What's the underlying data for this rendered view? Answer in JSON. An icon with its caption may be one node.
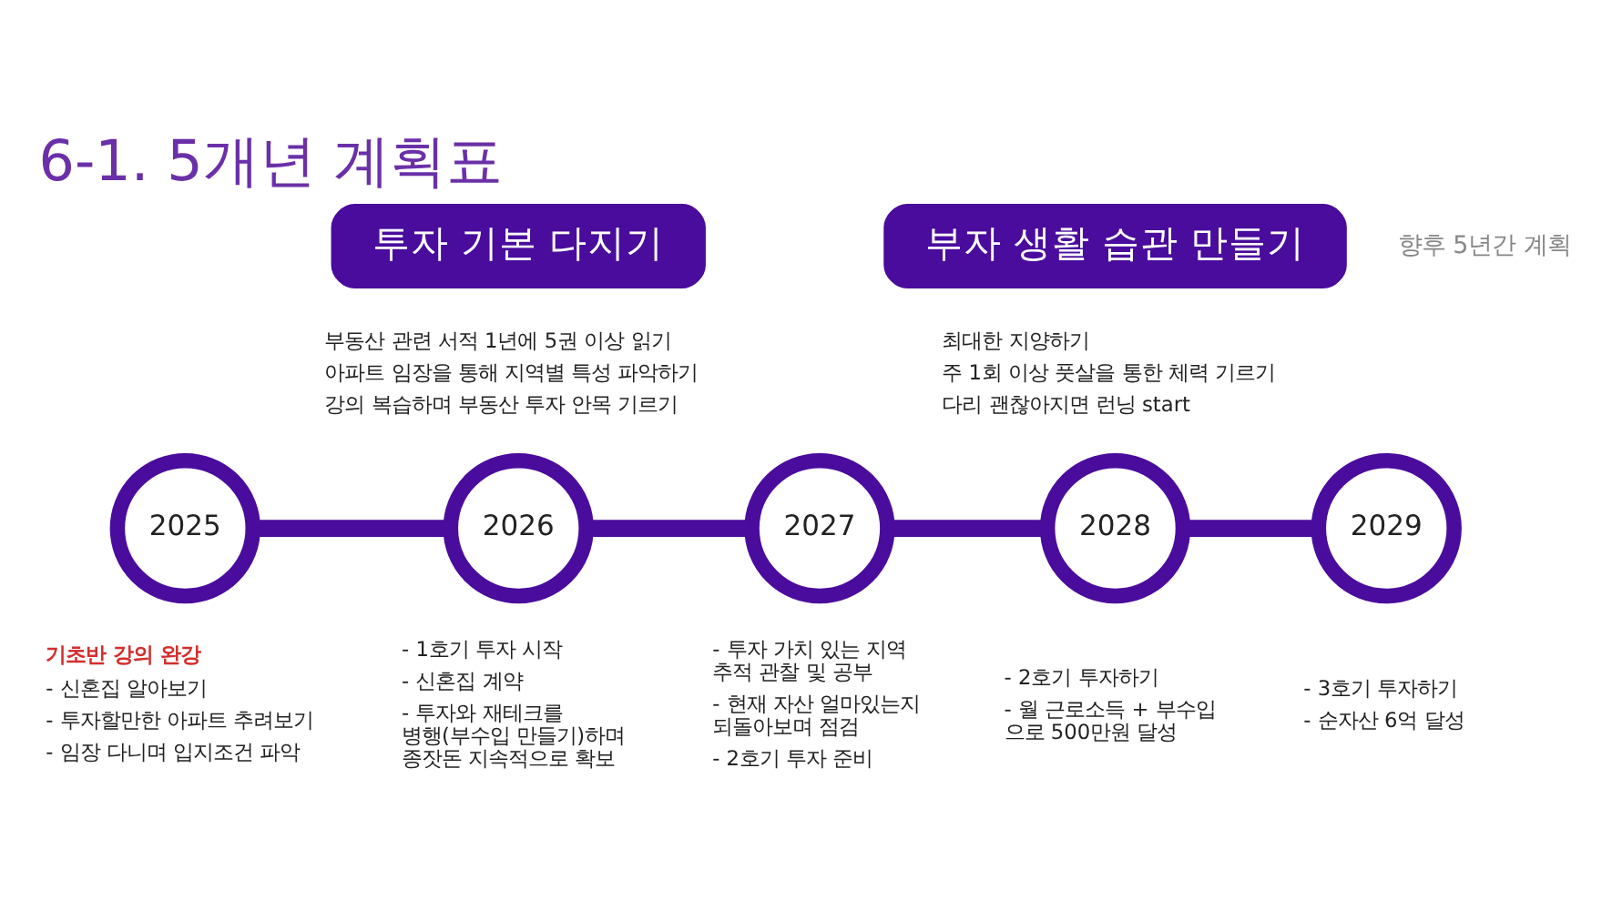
{
  "diagram": {
    "title": "6-1. 5개년 계획표",
    "nodes": [
      {
        "text": [
          "투자 기본 다지기"
        ],
        "beside": [
          "부동산 관련 서적 1년에 5권 이상 읽기",
          "아파트 임장을 통해 지역별 특성 파악하기",
          "강의 복습하며 부동산 투자 안목 기르기"
        ]
      },
      {
        "text": [
          "부자 생활 습관 만들기"
        ],
        "beside": [
          "최대한 지양하기",
          "주 1회 이상 풋살을 통한 체력 기르기",
          "다리 괜찮아지면 런닝 start"
        ]
      },
      {
        "text": [
          "2025"
        ],
        "beside": [
          "기초반 강의 완강",
          "- 신혼집 알아보기",
          "- 투자할만한 아파트 추려보기",
          "- 임장 다니며 입지조건 파악"
        ]
      },
      {
        "text": [
          "2026"
        ],
        "beside": [
          "- 1호기 투자 시작",
          "- 신혼집 계약",
          "- 투자와 재테크를 병행(부수입 만들기)하며 종잣돈 지속적으로 확보"
        ]
      },
      {
        "text": [
          "2027"
        ],
        "beside": [
          "- 투자 가치 있는 지역 추적 관찰 및 공부",
          "- 현재 자산 얼마있는지 되돌아보며 점검",
          "- 2호기 투자 준비"
        ]
      },
      {
        "text": [
          "2028"
        ],
        "beside": [
          "- 2호기 투자하기",
          "- 월 근로소득 + 부수입 으로 500만원 달성"
        ]
      },
      {
        "text": [
          "2029"
        ],
        "beside": [
          "- 3호기 투자하기",
          "- 순자산 6억 달성"
        ]
      }
    ],
    "edges": [
      {
        "from": 2,
        "to": 3,
        "arrow": "none"
      },
      {
        "from": 3,
        "to": 4,
        "arrow": "none"
      },
      {
        "from": 4,
        "to": 5,
        "arrow": "none"
      },
      {
        "from": 5,
        "to": 6,
        "arrow": "none"
      }
    ],
    "labels": [
      "향후 5년간 계획"
    ]
  }
}
